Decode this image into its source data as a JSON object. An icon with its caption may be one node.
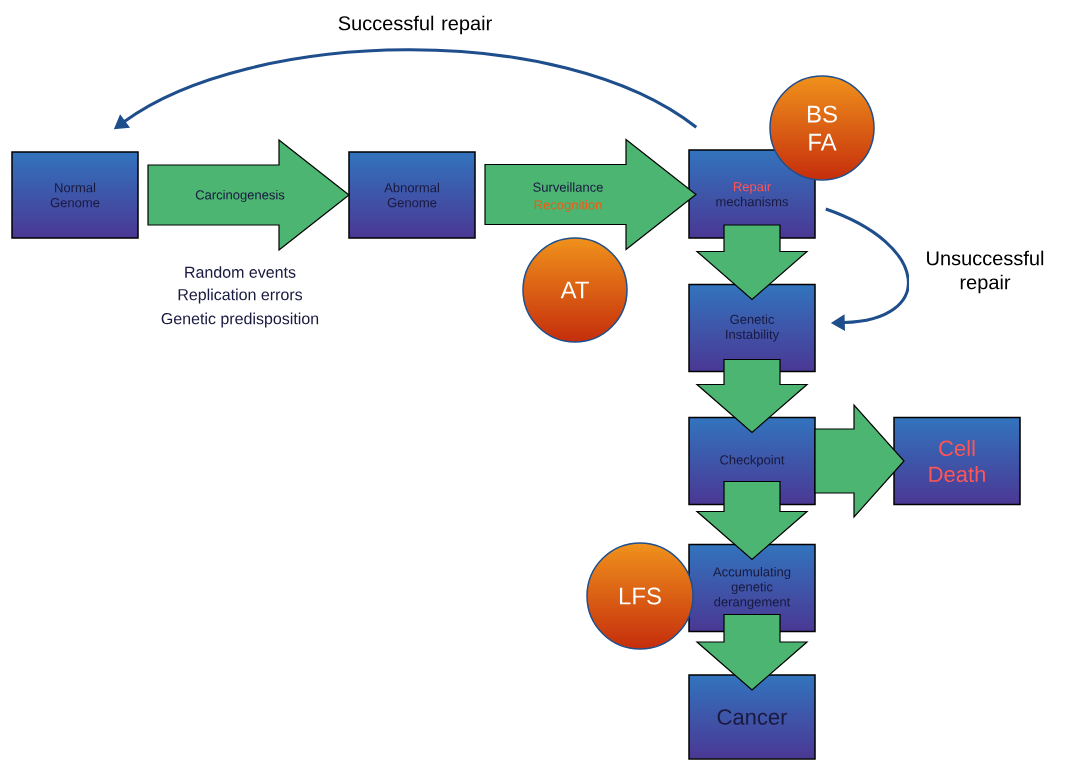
{
  "diagram": {
    "nodes": [
      {
        "text": [
          "Normal Genome"
        ]
      },
      {
        "text": [
          "Abnormal Genome"
        ]
      },
      {
        "text": [
          "Repair",
          "mechanisms"
        ]
      },
      {
        "text": [
          "Genetic Instability"
        ]
      },
      {
        "text": [
          "Checkpoint"
        ]
      },
      {
        "text": [
          "Cell Death"
        ]
      },
      {
        "text": [
          "Accumulating genetic derangement"
        ]
      },
      {
        "text": [
          "Cancer"
        ]
      },
      {
        "text": [
          "AT"
        ]
      },
      {
        "text": [
          "BS FA"
        ]
      },
      {
        "text": [
          "LFS"
        ]
      }
    ],
    "edges": [
      {
        "from": 0,
        "to": 1,
        "arrow": "to",
        "label": "Carcinogenesis"
      },
      {
        "from": 1,
        "to": 2,
        "arrow": "to",
        "label": "Surveillance"
      },
      {
        "from": 2,
        "to": 0,
        "arrow": "to",
        "label": "Successful repair",
        "color": "#1f4e8c"
      },
      {
        "from": 2,
        "to": 3,
        "arrow": "to",
        "label": "Unsuccessful repair",
        "color": "#1f4e8c"
      },
      {
        "from": 2,
        "to": 3,
        "arrow": "to"
      },
      {
        "from": 3,
        "to": 4,
        "arrow": "to"
      },
      {
        "from": 4,
        "to": 5,
        "arrow": "to"
      },
      {
        "from": 4,
        "to": 6,
        "arrow": "to"
      },
      {
        "from": 6,
        "to": 7,
        "arrow": "to"
      }
    ],
    "labels": [
      "Recognition",
      "Random events",
      "Replication errors",
      "Genetic predisposition"
    ]
  }
}
